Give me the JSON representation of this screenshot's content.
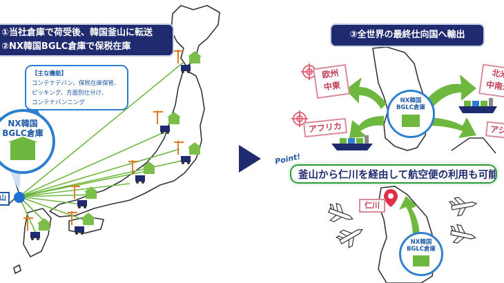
{
  "left_panel": {
    "step1_label": "①当社倉庫で荷受後、韓国釜山に転送",
    "step2_label": "②NX韓国BGLC倉庫で保税在庫",
    "functions_title": "【主な機能】",
    "functions": [
      "コンテナデバン、保税在庫保管、",
      "ピッキング、方面別仕分け、",
      "コンテナバンニング"
    ],
    "hub_line1": "NX韓国",
    "hub_line2": "BGLC倉庫",
    "busan_stub": "山"
  },
  "right_panel": {
    "step3_label": "③全世界の最終仕向国へ輸出",
    "hub_line1": "NX韓国",
    "hub_line2": "BGLC倉庫",
    "destinations": {
      "europe_line1": "欧州",
      "europe_line2": "中東",
      "africa": "アフリカ",
      "northamerica_line1": "北米",
      "northamerica_line2": "中南米",
      "asia": "アジア"
    },
    "point_label": "Point!",
    "note": "釜山から仁川を経由して航空便の利用も可能",
    "incheon": "仁川",
    "bottom_hub_line1": "NX韓国",
    "bottom_hub_line2": "BGLC倉庫"
  },
  "colors": {
    "navy": "#1f2b6e",
    "blue": "#2f7fd0",
    "green": "#6fb83f",
    "red_stamp": "#c43c55",
    "map_fill": "#ffffff",
    "map_stroke": "#333333"
  }
}
